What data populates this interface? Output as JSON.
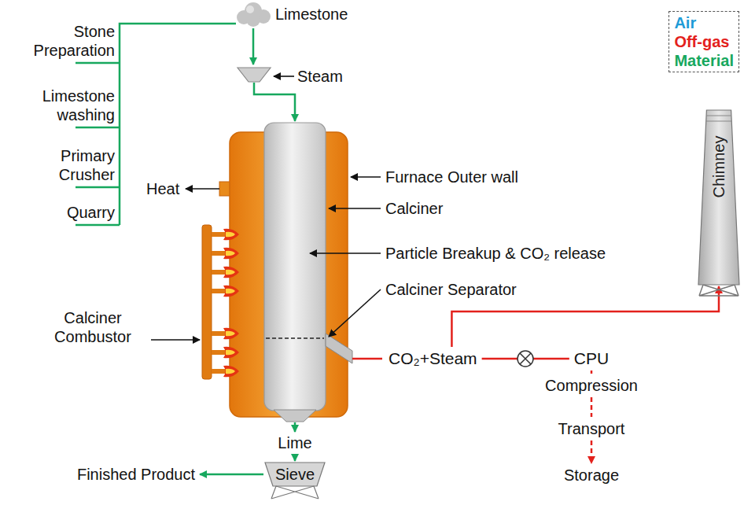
{
  "diagram": {
    "nodes": [
      {
        "text": [
          "Chimney"
        ]
      },
      {
        "text": [
          "CO₂+Steam"
        ]
      },
      {
        "text": [
          "CPU"
        ]
      },
      {
        "text": [
          "Compression"
        ]
      },
      {
        "text": [
          "Transport"
        ]
      },
      {
        "text": [
          "Lime"
        ]
      },
      {
        "text": [
          "Finished Product"
        ]
      },
      {
        "text": [
          "Sieve"
        ]
      },
      {
        "text": [
          "Storage"
        ]
      }
    ],
    "edges": [
      {
        "from": 1,
        "to": 2,
        "arrow": "none"
      },
      {
        "from": 1,
        "to": 0,
        "arrow": "to"
      },
      {
        "from": 2,
        "to": 3,
        "arrow": "none"
      },
      {
        "from": 3,
        "to": 4,
        "arrow": "none"
      },
      {
        "from": 4,
        "to": 8,
        "arrow": "to"
      },
      {
        "from": 5,
        "to": 7,
        "arrow": "to"
      },
      {
        "from": 7,
        "to": 6,
        "arrow": "to"
      }
    ],
    "labels": [
      "Stone Preparation",
      "Limestone washing",
      "Primary Crusher",
      "Quarry",
      "Limestone",
      "Steam",
      "Heat",
      "Furnace Outer wall",
      "Calciner",
      "Particle Breakup & CO₂ release",
      "Calciner Separator",
      "Calciner Combustor"
    ],
    "legend": [
      {
        "text": "Air",
        "color": "#1e9bd7"
      },
      {
        "text": "Off-gas",
        "color": "#e3211c"
      },
      {
        "text": "Material",
        "color": "#17a85e"
      }
    ]
  }
}
